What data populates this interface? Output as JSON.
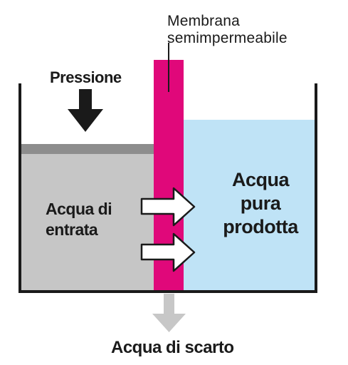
{
  "labels": {
    "membrane": [
      "Membrana",
      "semimpermeabile"
    ],
    "pressure": "Pressione",
    "feed_water": [
      "Acqua di",
      "entrata"
    ],
    "product_water": [
      "Acqua",
      "pura",
      "prodotta"
    ],
    "waste_water": "Acqua di scarto"
  },
  "colors": {
    "feed_water": "#c6c6c6",
    "feed_water_surface": "#8d8d8d",
    "product_water": "#bfe3f6",
    "membrane": "#e0087a",
    "tank_outline": "#1a1a1a",
    "pressure_arrow": "#1a1a1a",
    "waste_arrow": "#c7c7c7",
    "flow_arrow_fill": "#ffffff"
  }
}
